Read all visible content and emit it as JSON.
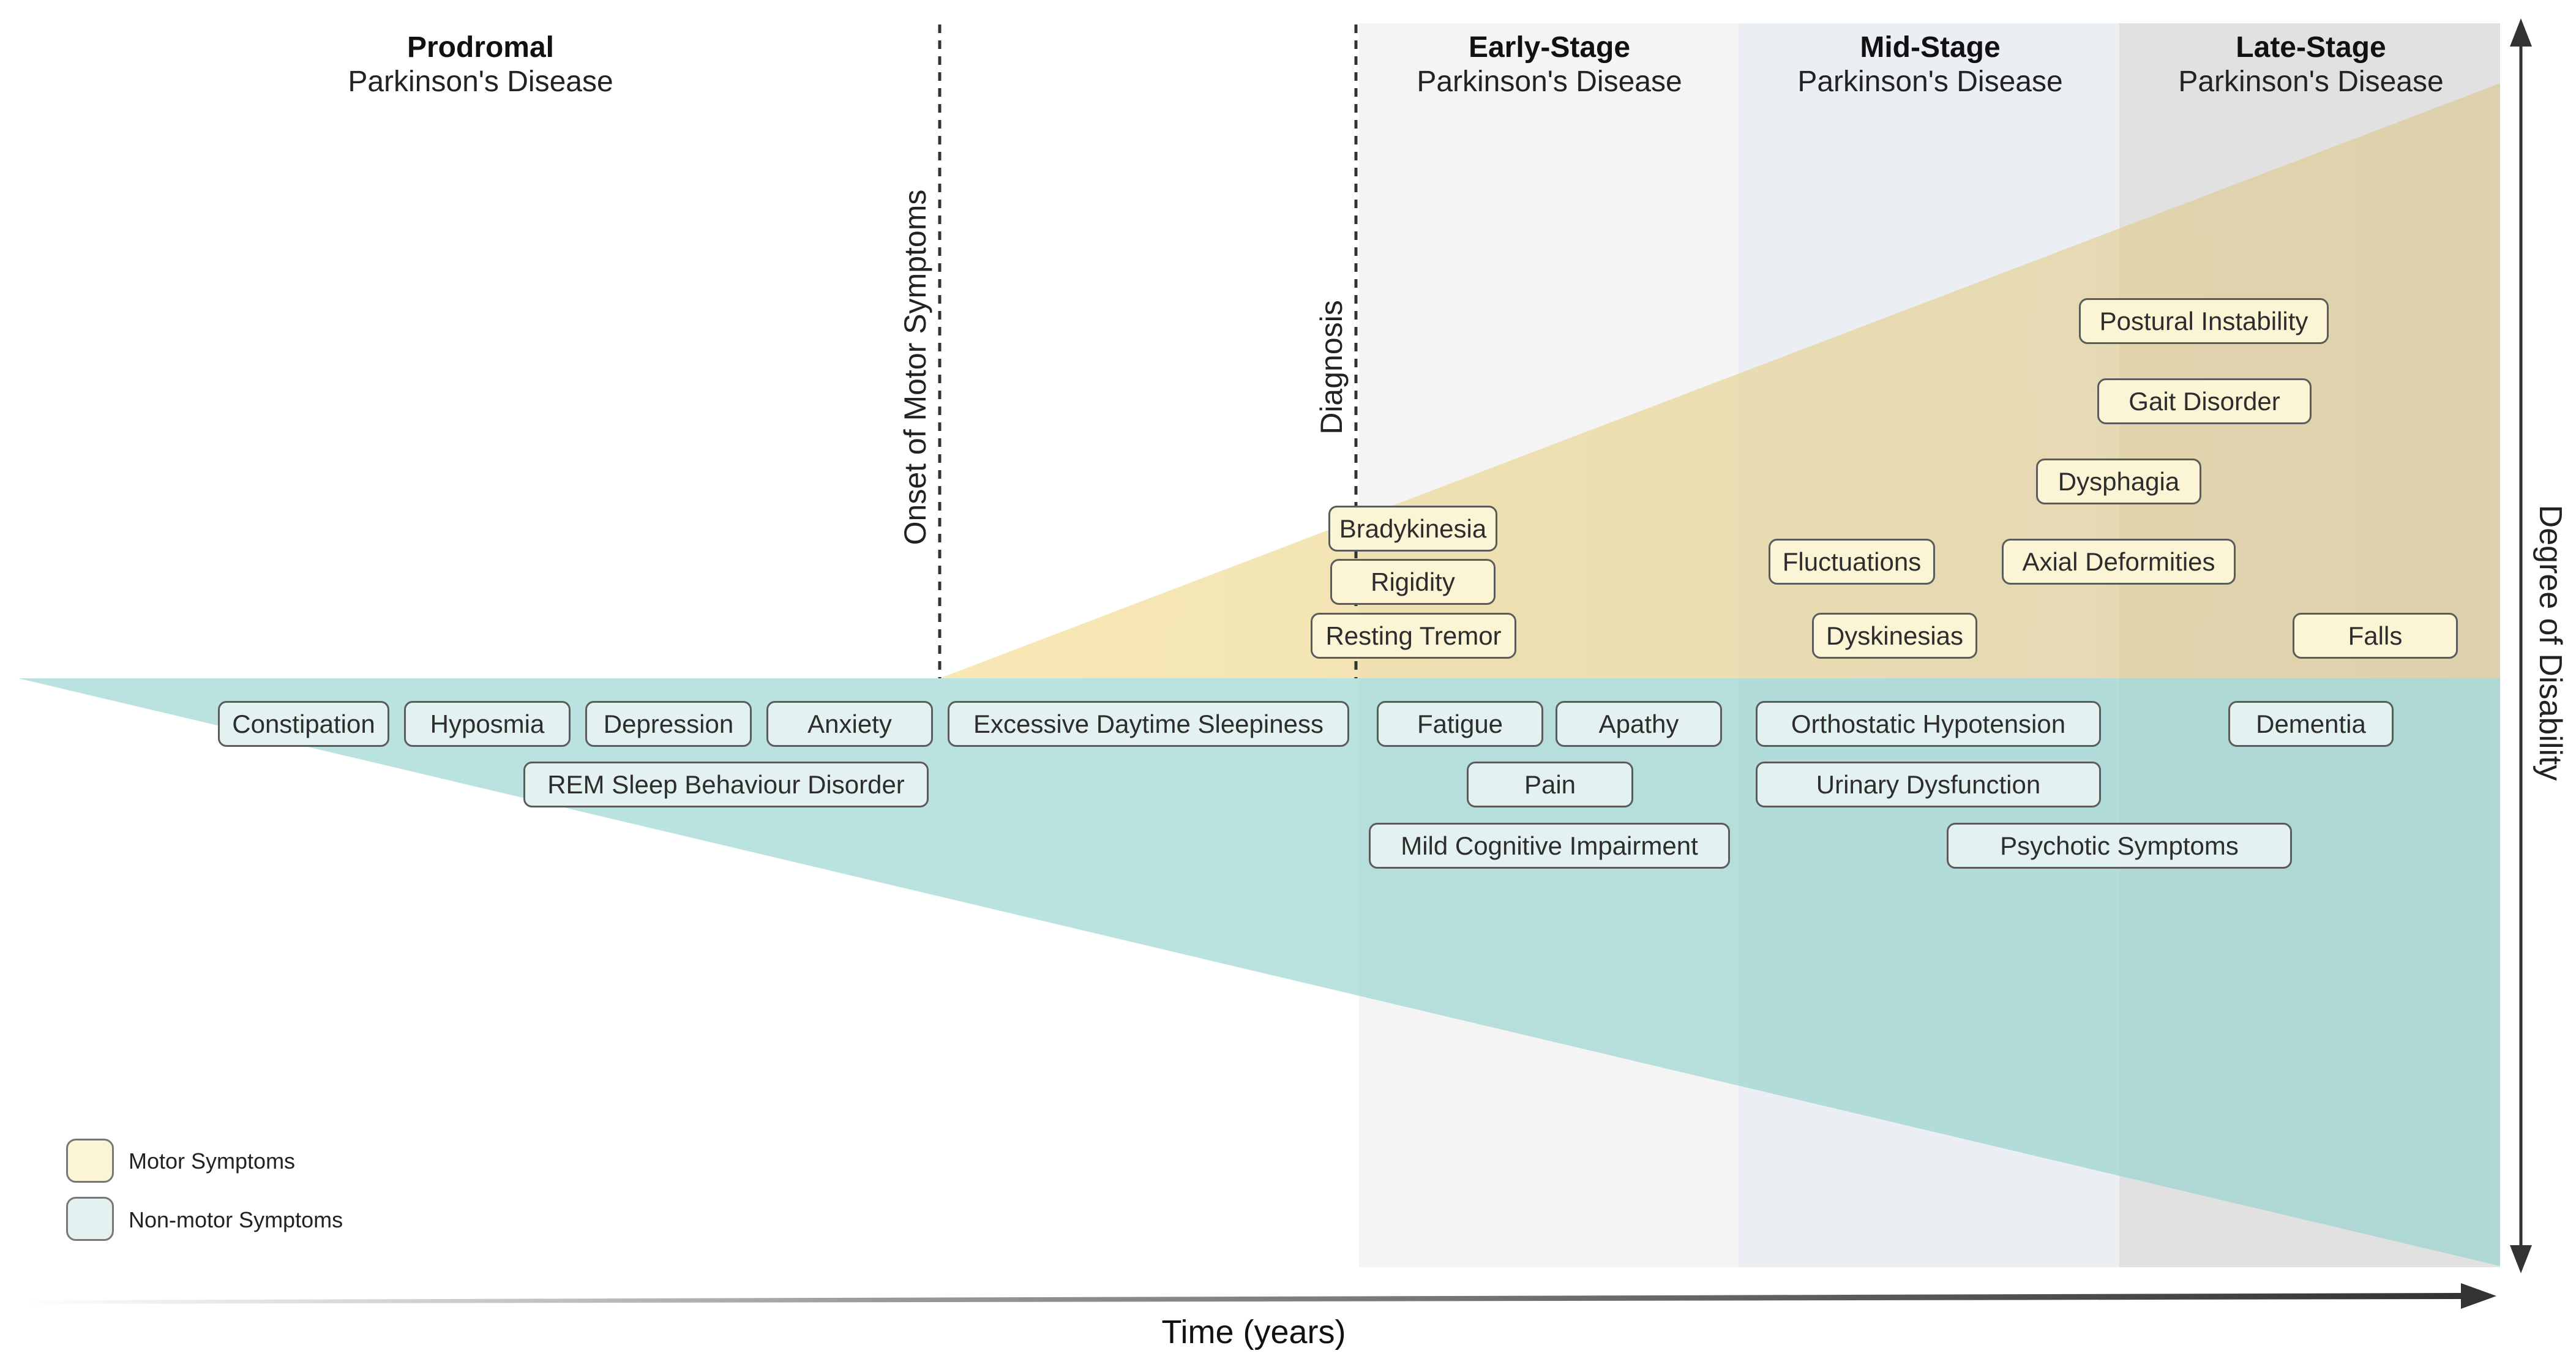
{
  "stages": [
    {
      "name": "Prodromal",
      "subtitle": "Parkinson's Disease"
    },
    {
      "name": "Early-Stage",
      "subtitle": "Parkinson's Disease"
    },
    {
      "name": "Mid-Stage",
      "subtitle": "Parkinson's Disease"
    },
    {
      "name": "Late-Stage",
      "subtitle": "Parkinson's Disease"
    }
  ],
  "markers": {
    "onset": "Onset of Motor Symptoms",
    "diagnosis": "Diagnosis"
  },
  "axes": {
    "x_label": "Time (years)",
    "y_label": "Degree of Disability"
  },
  "motor_symptoms": [
    "Bradykinesia",
    "Rigidity",
    "Resting Tremor",
    "Postural Instability",
    "Gait Disorder",
    "Dysphagia",
    "Fluctuations",
    "Axial Deformities",
    "Dyskinesias",
    "Falls"
  ],
  "nonmotor_symptoms": [
    "Constipation",
    "Hyposmia",
    "Depression",
    "Anxiety",
    "Excessive Daytime Sleepiness",
    "Fatigue",
    "Apathy",
    "Orthostatic Hypotension",
    "Dementia",
    "REM Sleep Behaviour Disorder",
    "Pain",
    "Urinary Dysfunction",
    "Mild Cognitive Impairment",
    "Psychotic Symptoms"
  ],
  "legend": {
    "motor": "Motor Symptoms",
    "nonmotor": "Non-motor Symptoms"
  },
  "colors": {
    "motor_fill": "#f0dfa0",
    "motor_pill": "#fbf4d5",
    "nonmotor_fill": "#a3d8d3",
    "nonmotor_pill": "#e3f2f0"
  }
}
